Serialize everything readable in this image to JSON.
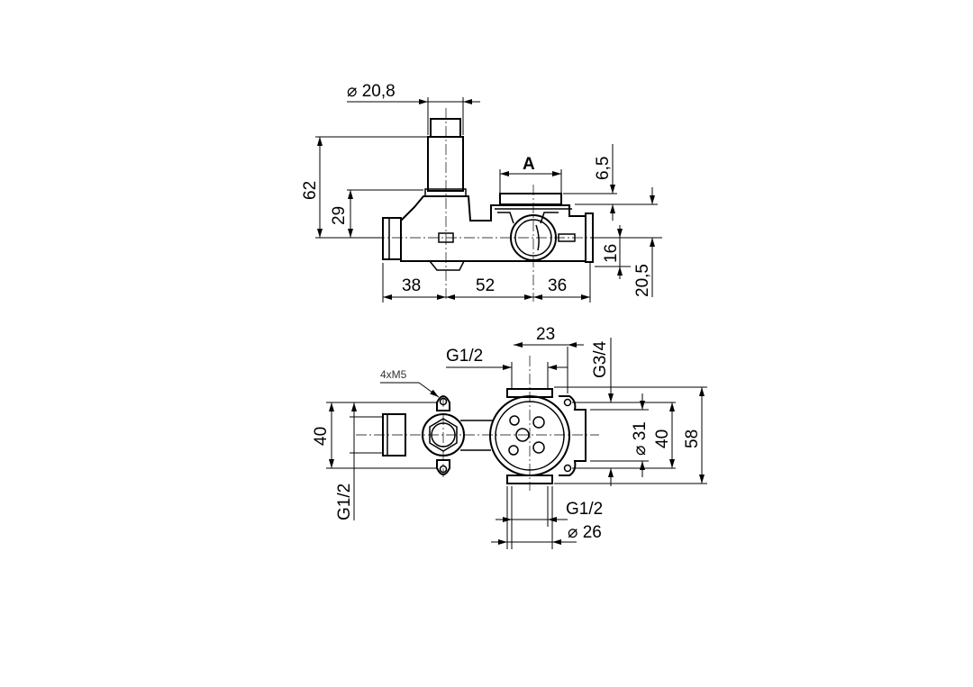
{
  "side_view": {
    "dim_stem_diameter": "⌀ 20,8",
    "dim_total_height": "62",
    "dim_stem_height": "29",
    "dim_plate_width": "A",
    "dim_plate_height": "6,5",
    "dim_outlet_offset": "16",
    "dim_plate_to_axis": "20,5",
    "dim_left": "38",
    "dim_middle": "52",
    "dim_right": "36"
  },
  "top_view": {
    "dim_23": "23",
    "thread_top": "G1/2",
    "thread_right": "G3/4",
    "screws": "4xM5",
    "dim_left_height": "40",
    "thread_left": "G1/2",
    "dim_diameter_31": "⌀ 31",
    "dim_right_height": "40",
    "dim_total_height": "58",
    "thread_bottom": "G1/2",
    "dim_diameter_26": "⌀ 26"
  }
}
